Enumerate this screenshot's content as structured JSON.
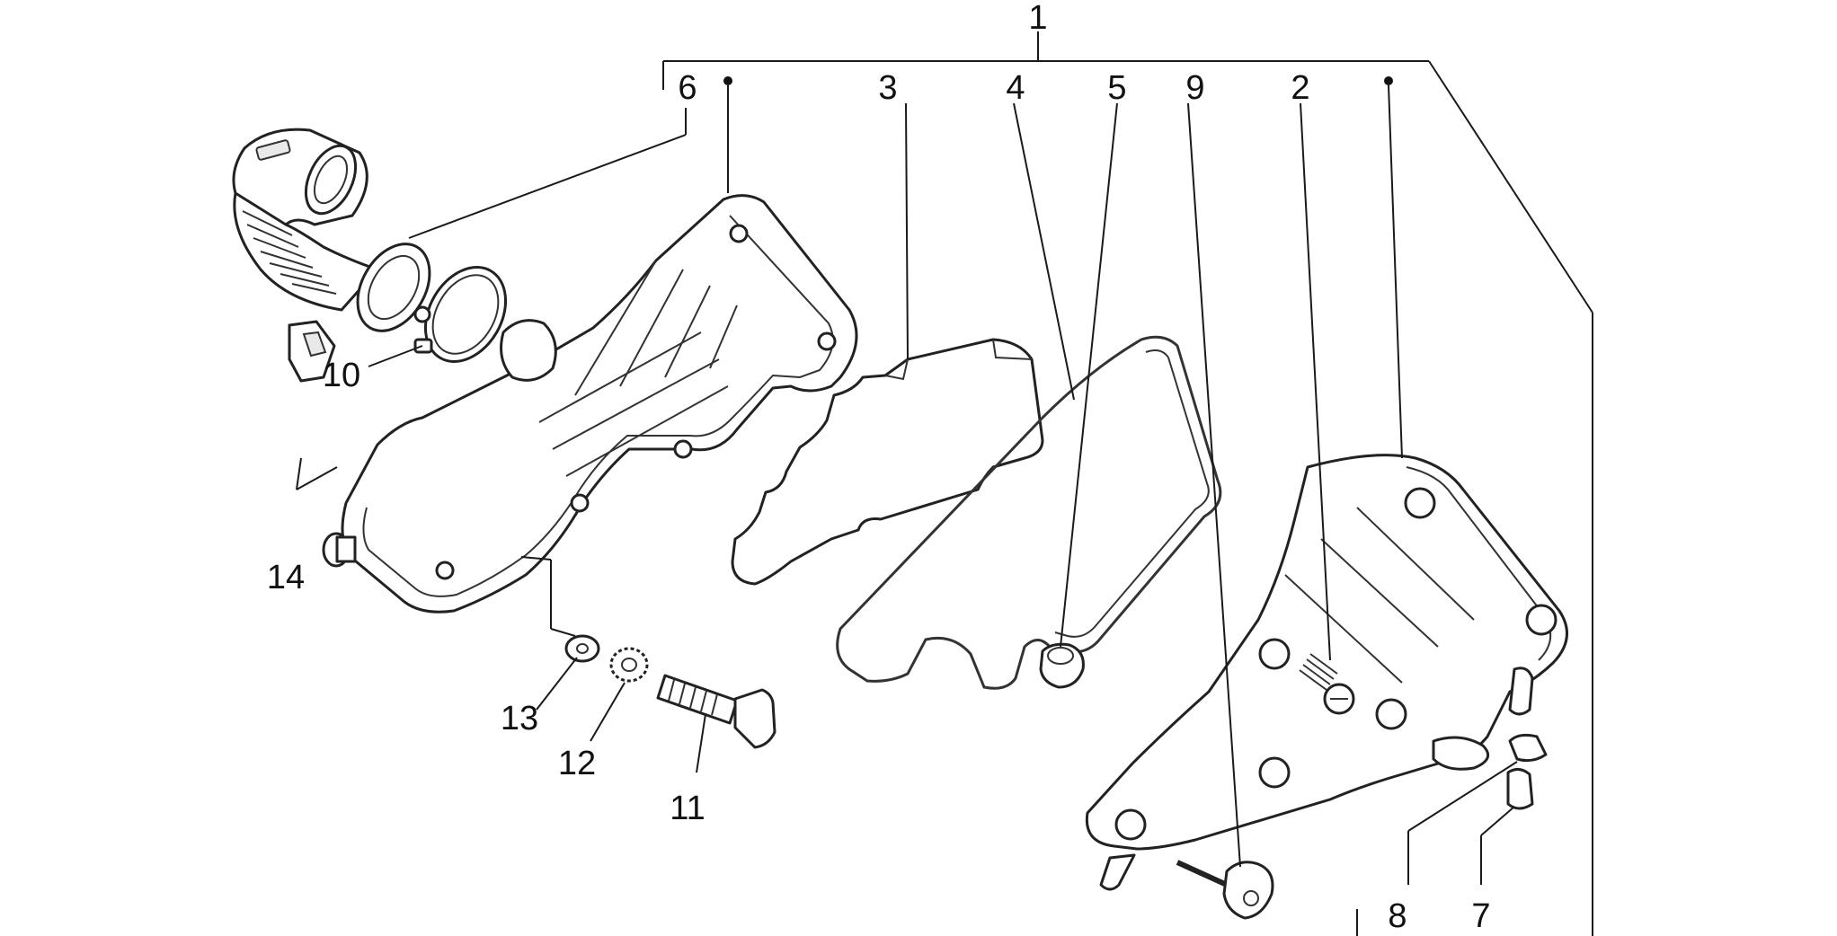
{
  "diagram": {
    "callouts": {
      "c1": "1",
      "c2": "2",
      "c3": "3",
      "c4": "4",
      "c5": "5",
      "c6": "6",
      "c7": "7",
      "c8": "8",
      "c9": "9",
      "c10": "10",
      "c11": "11",
      "c12": "12",
      "c13": "13",
      "c14": "14"
    },
    "colors": {
      "line": "#1a1a1a",
      "background": "#ffffff"
    }
  }
}
